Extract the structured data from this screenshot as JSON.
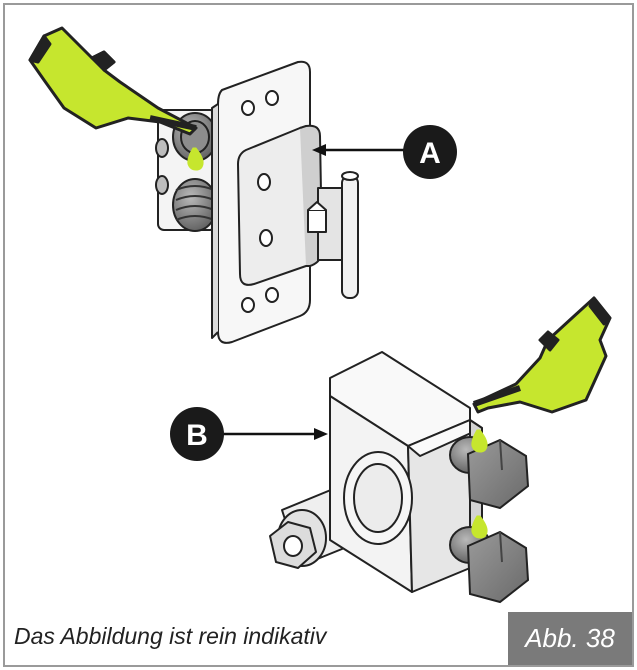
{
  "figure": {
    "callouts": [
      {
        "id": "A",
        "text": "A"
      },
      {
        "id": "B",
        "text": "B"
      }
    ],
    "caption": "Das Abbildung ist rein indikativ",
    "figure_number": "Abb. 38"
  },
  "colors": {
    "oil_can": "#c6e62e",
    "outline": "#222222",
    "callout_bg": "#1a1a1a",
    "badge_bg": "#7a7a7a",
    "frame": "#9a9a9a"
  },
  "icons": [
    "oil-can-icon",
    "oil-drop-icon"
  ]
}
